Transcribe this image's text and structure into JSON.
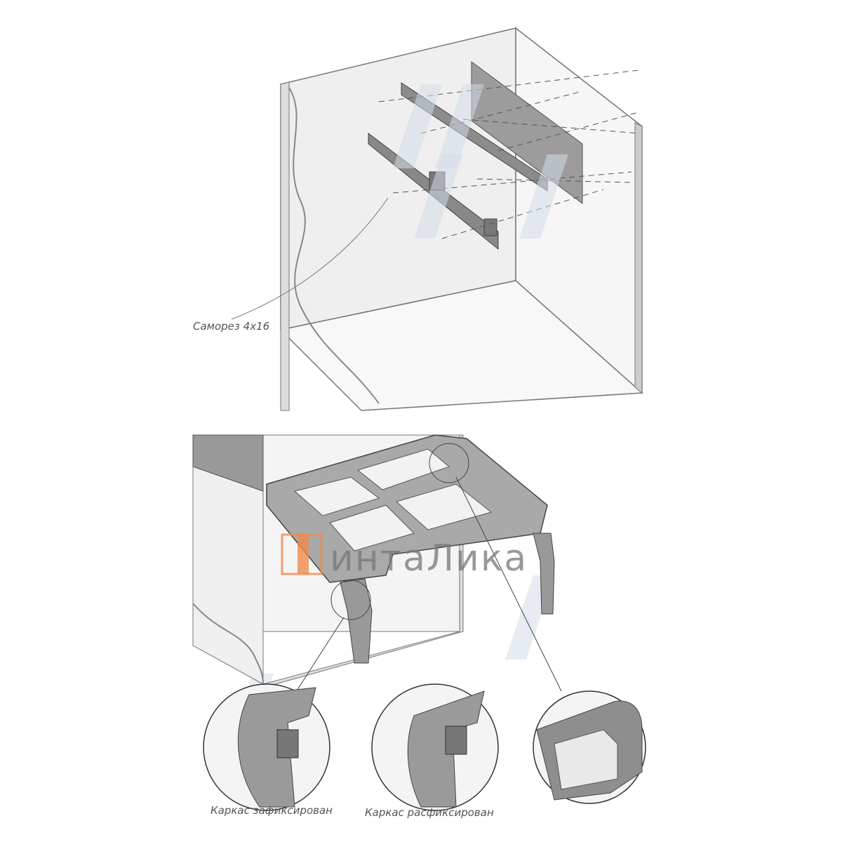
{
  "diagram": {
    "top_panel": {
      "label_screw": "Саморез 4x16"
    },
    "bottom_panel": {
      "caption_locked": "Каркас зафиксирован",
      "caption_unlocked": "Каркас расфиксирован"
    },
    "logo": {
      "text": "интаЛика",
      "accent_color": "#f08a4b"
    }
  }
}
